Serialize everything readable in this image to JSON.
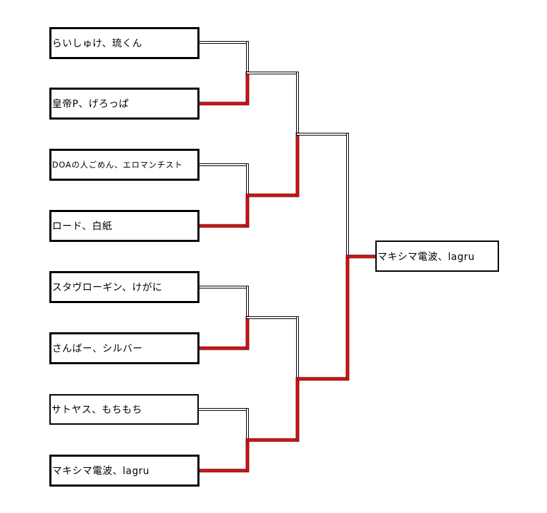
{
  "bracket": {
    "entrants": [
      {
        "name": "らいしゅけ、琉くん"
      },
      {
        "name": "皇帝P、げろっぱ"
      },
      {
        "name": "DOAの人ごめん、エロマンチスト"
      },
      {
        "name": "ロード、白紙"
      },
      {
        "name": "スタヴローギン、けがに"
      },
      {
        "name": "さんばー、シルバー"
      },
      {
        "name": "サトヤス、もちもち"
      },
      {
        "name": "マキシマ電波、lagru"
      }
    ],
    "champion": {
      "name": "マキシマ電波、lagru"
    },
    "rounds": [
      {
        "winners": [
          "bottom",
          "bottom",
          "bottom",
          "bottom"
        ]
      },
      {
        "winners": [
          "bottom",
          "bottom"
        ]
      },
      {
        "winners": [
          "bottom"
        ]
      }
    ],
    "colors": {
      "win_line": "#dd1111",
      "win_line_edge": "#6a0a0a",
      "lose_line": "#000000",
      "box_border": "#000000"
    }
  }
}
